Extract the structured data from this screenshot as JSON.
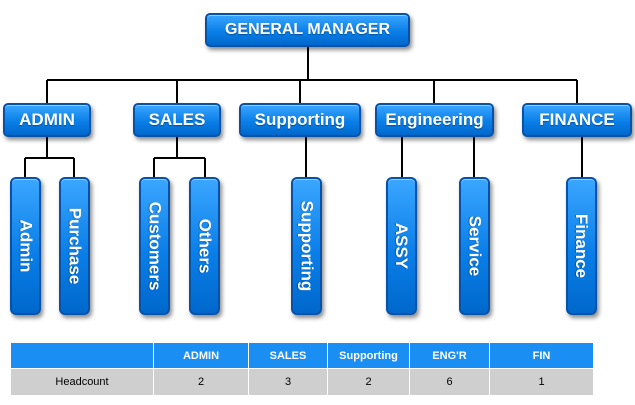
{
  "top": {
    "label": "GENERAL MANAGER"
  },
  "departments": [
    {
      "label": "ADMIN",
      "subunits": [
        "Admin",
        "Purchase"
      ]
    },
    {
      "label": "SALES",
      "subunits": [
        "Customers",
        "Others"
      ]
    },
    {
      "label": "Supporting",
      "subunits": [
        "Supporting"
      ]
    },
    {
      "label": "Engineering",
      "subunits": [
        "ASSY",
        "Service"
      ]
    },
    {
      "label": "FINANCE",
      "subunits": [
        "Finance"
      ]
    }
  ],
  "colors": {
    "box_fill": "#0a7fe8",
    "box_border": "#0552a8",
    "table_header": "#1a8ef2",
    "table_row": "#cfcfcf",
    "connector": "#000000"
  },
  "headcount_table": {
    "columns": [
      "",
      "ADMIN",
      "SALES",
      "Supporting",
      "ENG'R",
      "FIN"
    ],
    "rows": [
      {
        "label": "Headcount",
        "values": [
          "2",
          "3",
          "2",
          "6",
          "1"
        ]
      }
    ]
  }
}
